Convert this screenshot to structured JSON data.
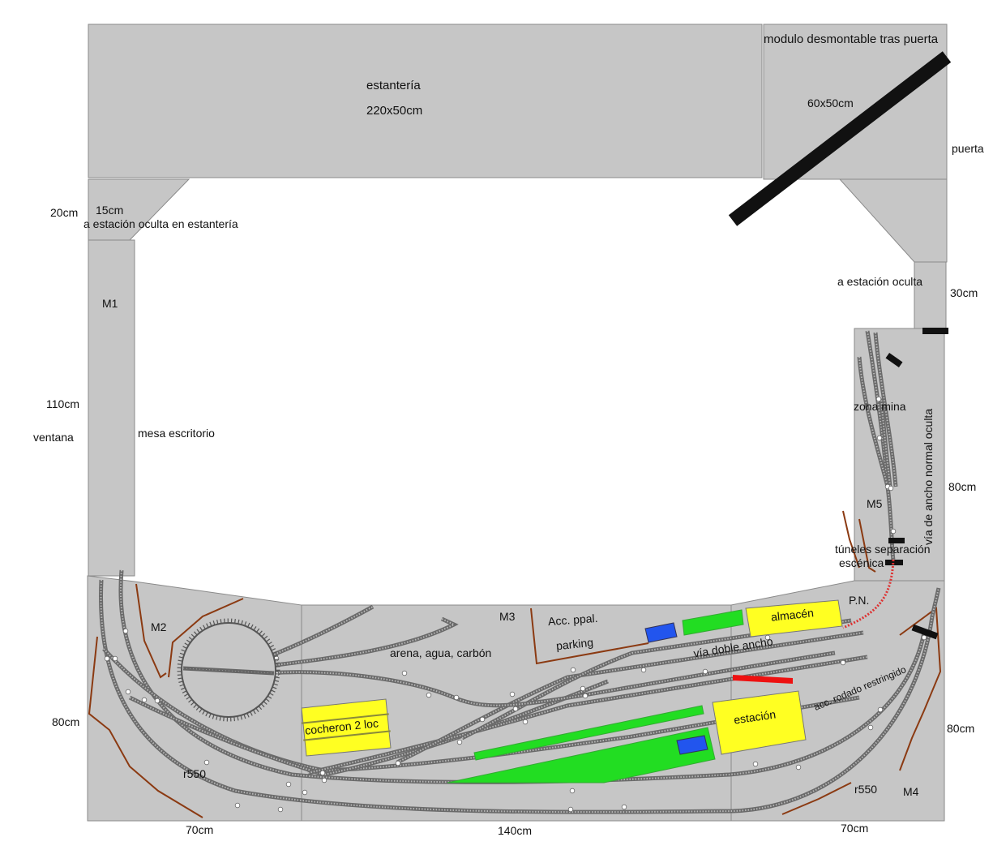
{
  "colors": {
    "module": "#c6c6c6",
    "module_edge": "#8a8a8a",
    "track_rail": "#6a6a6a",
    "track_tie": "#8d8d8d",
    "terrain_line": "#8b3a12",
    "building": "#ffff22",
    "platform": "#22dd22",
    "vehicle": "#2255ee",
    "signal": "#ee1111",
    "tunnel": "#111111",
    "background": "#ffffff"
  },
  "labels": {
    "shelf": "estantería",
    "shelf_size": "220x50cm",
    "door_module": "modulo desmontable tras puerta",
    "door_module_size": "60x50cm",
    "door": "puerta",
    "w20": "20cm",
    "w15": "15cm",
    "to_hidden_shelf": "a estación oculta en estantería",
    "m1": "M1",
    "h110": "110cm",
    "window": "ventana",
    "desk": "mesa escritorio",
    "to_hidden": "a estación oculta",
    "w30": "30cm",
    "mine_zone": "zona mina",
    "hidden_track": "vía de ancho normal oculta",
    "h80_right_upper": "80cm",
    "m5": "M5",
    "tunnels_1": "túneles separación",
    "tunnels_2": "escénica",
    "m2": "M2",
    "m3": "M3",
    "main_access": "Acc. ppal.",
    "parking": "parking",
    "warehouse": "almacén",
    "level_crossing": "P.N.",
    "dual_gauge": "vía doble ancho",
    "sand_water_coal": "arena, agua, carbón",
    "shed": "cocheron 2 loc",
    "station": "estación",
    "restricted_access": "acc. rodado restringido",
    "h80_left": "80cm",
    "h80_right_lower": "80cm",
    "r550_left": "r550",
    "r550_right": "r550",
    "m4": "M4",
    "w70_left": "70cm",
    "w140": "140cm",
    "w70_right": "70cm"
  }
}
